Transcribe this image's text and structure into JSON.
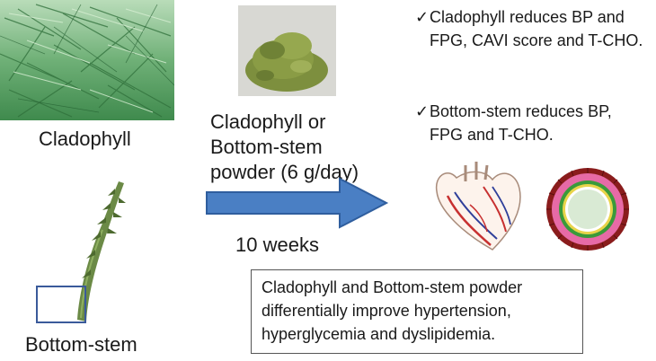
{
  "labels": {
    "cladophyll": "Cladophyll",
    "bottom_stem": "Bottom-stem",
    "powder_lines": [
      "Cladophyll or",
      "Bottom-stem",
      "powder (6 g/day)"
    ],
    "duration": "10 weeks"
  },
  "findings": [
    {
      "check_icon": "checkmark-icon",
      "check_glyph": "✓",
      "lines": [
        "Cladophyll reduces BP and",
        "FPG, CAVI score and T-CHO."
      ]
    },
    {
      "check_icon": "checkmark-icon",
      "check_glyph": "✓",
      "lines": [
        "Bottom-stem reduces  BP,",
        "FPG and T-CHO."
      ]
    }
  ],
  "conclusion": {
    "lines": [
      "Cladophyll and Bottom-stem powder",
      "differentially  improve hypertension,",
      "hyperglycemia and dyslipidemia."
    ]
  },
  "colors": {
    "arrow_fill": "#4a7fc4",
    "arrow_stroke": "#2f5e9e",
    "box_border": "#3a5a9a",
    "cladophyll_green": "#4f9a58",
    "powder_green": "#7c8f3c",
    "stem_green": "#6b8a46"
  }
}
